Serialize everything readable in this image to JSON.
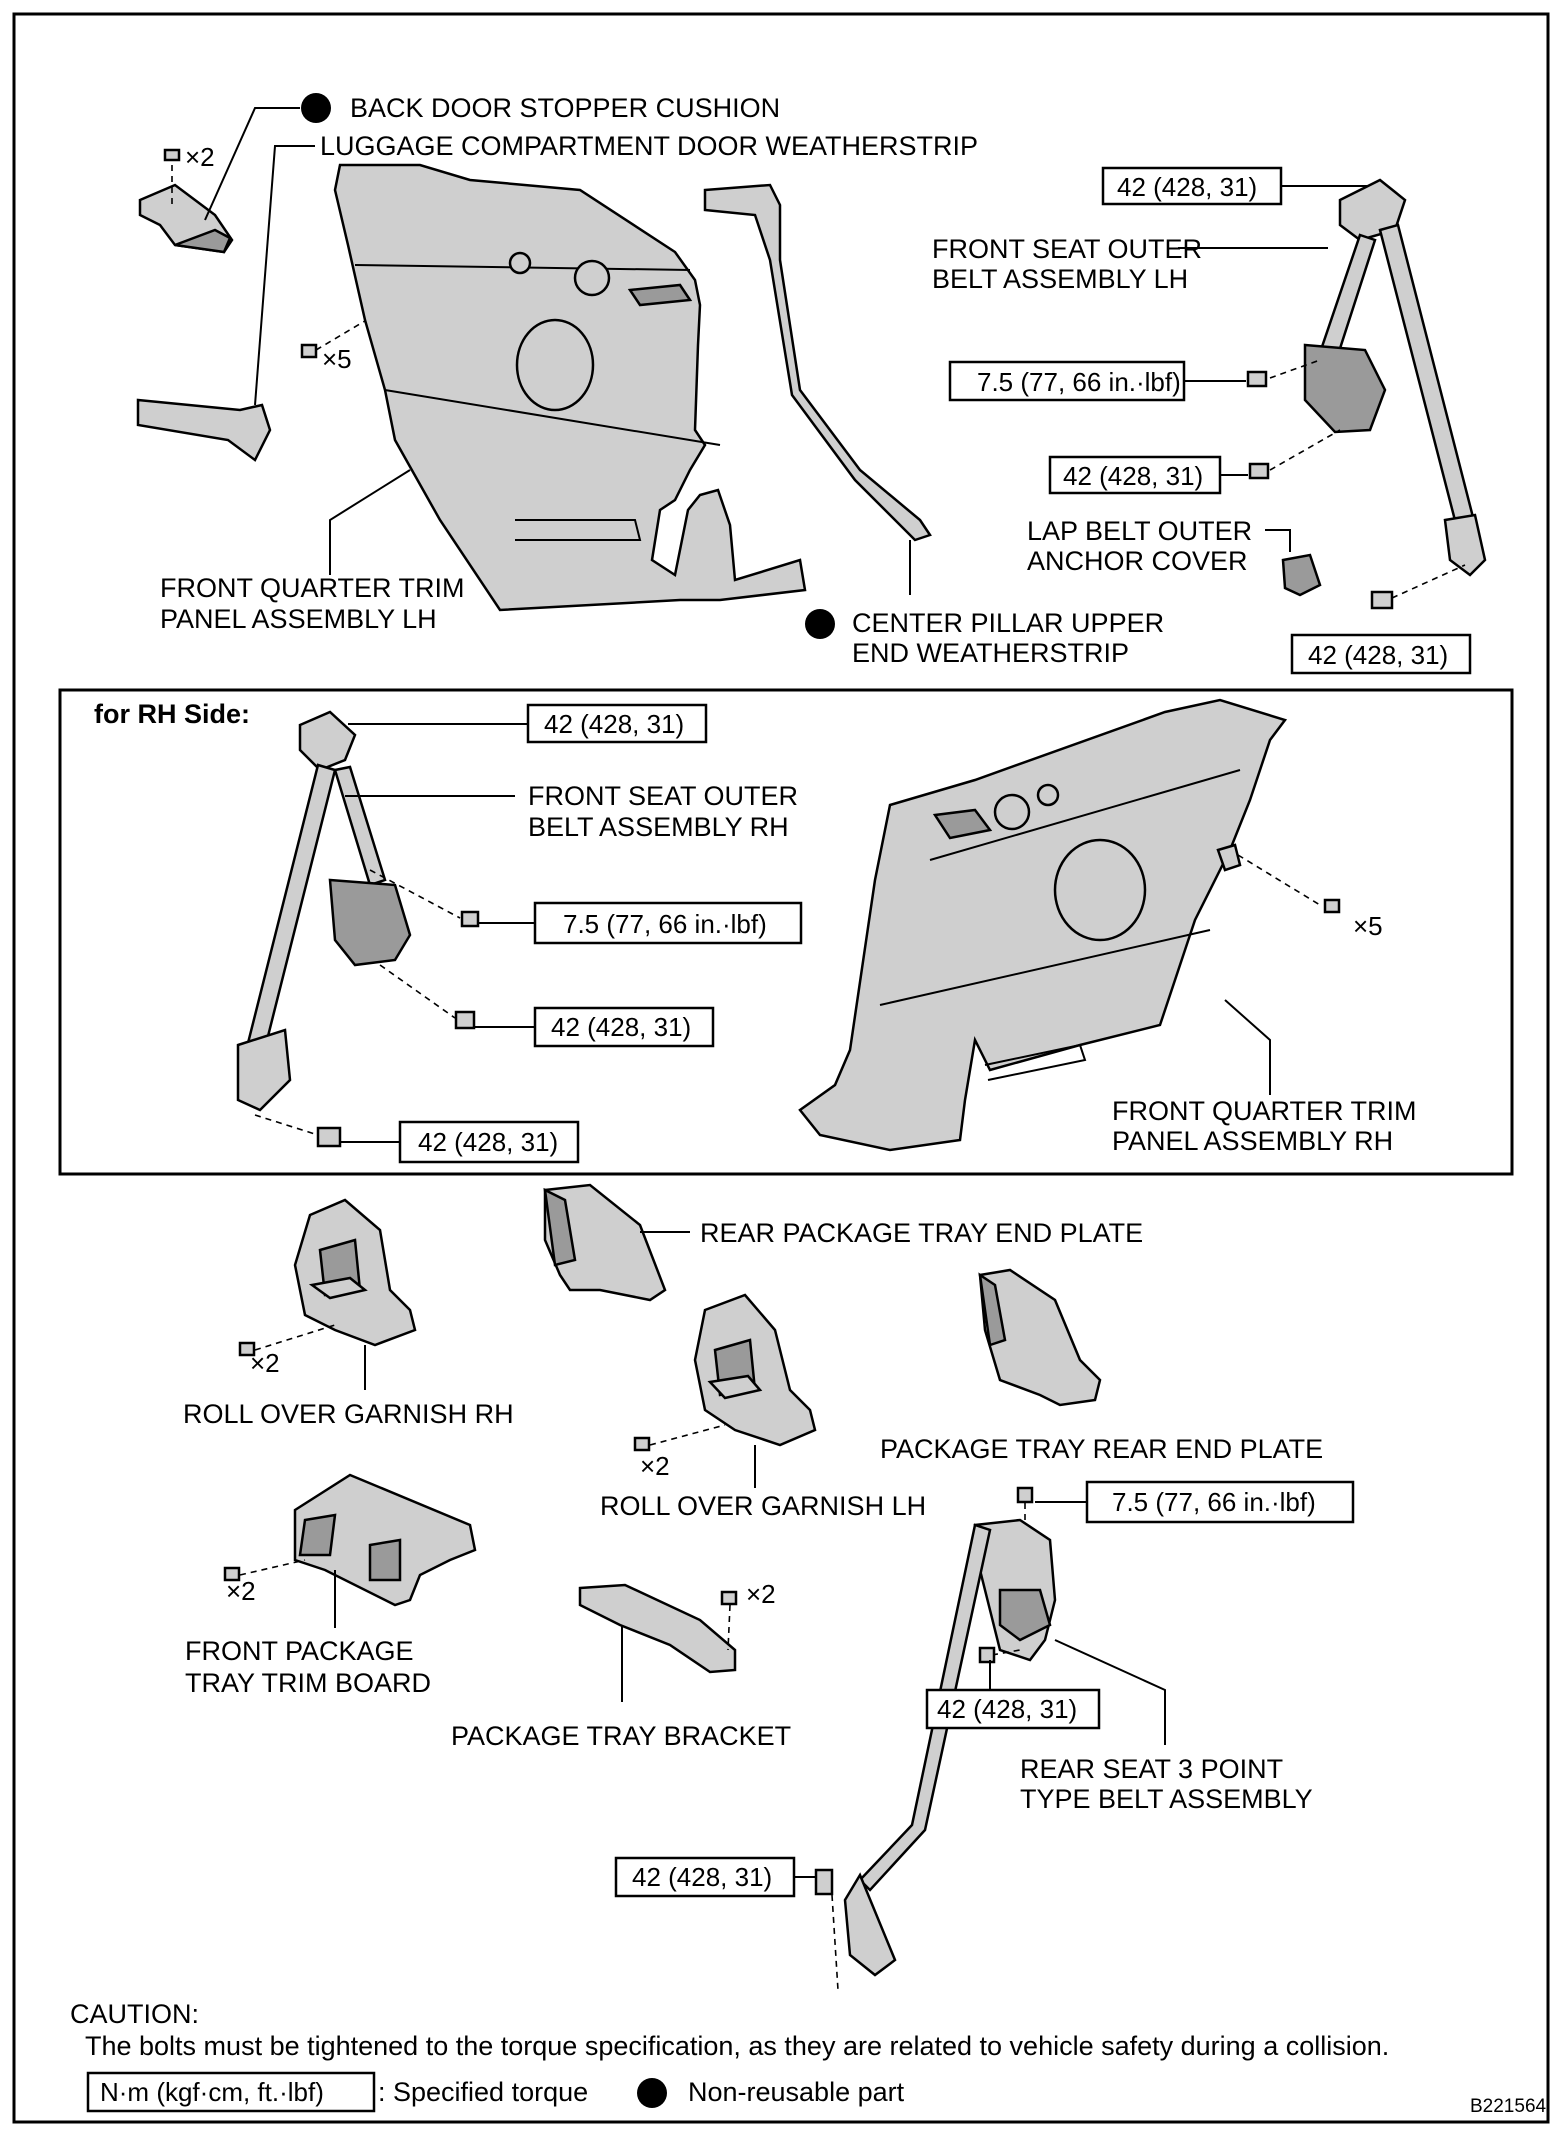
{
  "labels": {
    "back_door_stopper_cushion": "BACK DOOR STOPPER CUSHION",
    "luggage_weatherstrip": "LUGGAGE COMPARTMENT DOOR WEATHERSTRIP",
    "front_seat_outer_belt_lh_1": "FRONT SEAT OUTER",
    "front_seat_outer_belt_lh_2": "BELT ASSEMBLY LH",
    "lap_belt_cover_1": "LAP BELT OUTER",
    "lap_belt_cover_2": "ANCHOR COVER",
    "front_quarter_lh_1": "FRONT QUARTER TRIM",
    "front_quarter_lh_2": "PANEL ASSEMBLY LH",
    "center_pillar_1": "CENTER PILLAR UPPER",
    "center_pillar_2": "END WEATHERSTRIP",
    "for_rh_side": "for RH Side:",
    "front_seat_outer_belt_rh_1": "FRONT SEAT OUTER",
    "front_seat_outer_belt_rh_2": "BELT ASSEMBLY RH",
    "front_quarter_rh_1": "FRONT QUARTER TRIM",
    "front_quarter_rh_2": "PANEL ASSEMBLY RH",
    "rear_package_tray_end_plate": "REAR PACKAGE TRAY END PLATE",
    "roll_over_garnish_rh": "ROLL OVER GARNISH RH",
    "roll_over_garnish_lh": "ROLL OVER GARNISH LH",
    "package_tray_rear_end_plate": "PACKAGE TRAY REAR END PLATE",
    "front_package_tray_1": "FRONT PACKAGE",
    "front_package_tray_2": "TRAY TRIM BOARD",
    "package_tray_bracket": "PACKAGE TRAY BRACKET",
    "rear_seat_belt_1": "REAR SEAT 3 POINT",
    "rear_seat_belt_2": "TYPE BELT ASSEMBLY"
  },
  "torques": {
    "lh_top": "42 (428, 31)",
    "lh_retractor": "7.5 (77, 66 in.·lbf)",
    "lh_mid": "42 (428, 31)",
    "lh_anchor": "42 (428, 31)",
    "rh_top": "42 (428, 31)",
    "rh_retractor": "7.5 (77, 66 in.·lbf)",
    "rh_mid": "42 (428, 31)",
    "rh_anchor": "42 (428, 31)",
    "rear_top": "7.5 (77, 66 in.·lbf)",
    "rear_mid": "42 (428, 31)",
    "rear_anchor": "42 (428, 31)"
  },
  "quantities": {
    "stopper_bolts": "×2",
    "lh_panel_clips": "×5",
    "rh_panel_clips": "×5",
    "garnish_rh_screws": "×2",
    "garnish_lh_screws": "×2",
    "tray_board_screws": "×2",
    "bracket_nuts": "×2"
  },
  "legend": {
    "caution_title": "CAUTION:",
    "caution_text": "The bolts must be tightened to the torque specification, as they are related to vehicle safety during a collision.",
    "torque_unit_box": "N·m (kgf·cm, ft.·lbf)",
    "torque_unit_desc": ": Specified torque",
    "non_reusable_desc": "Non-reusable part"
  },
  "figure_id": "B221564"
}
